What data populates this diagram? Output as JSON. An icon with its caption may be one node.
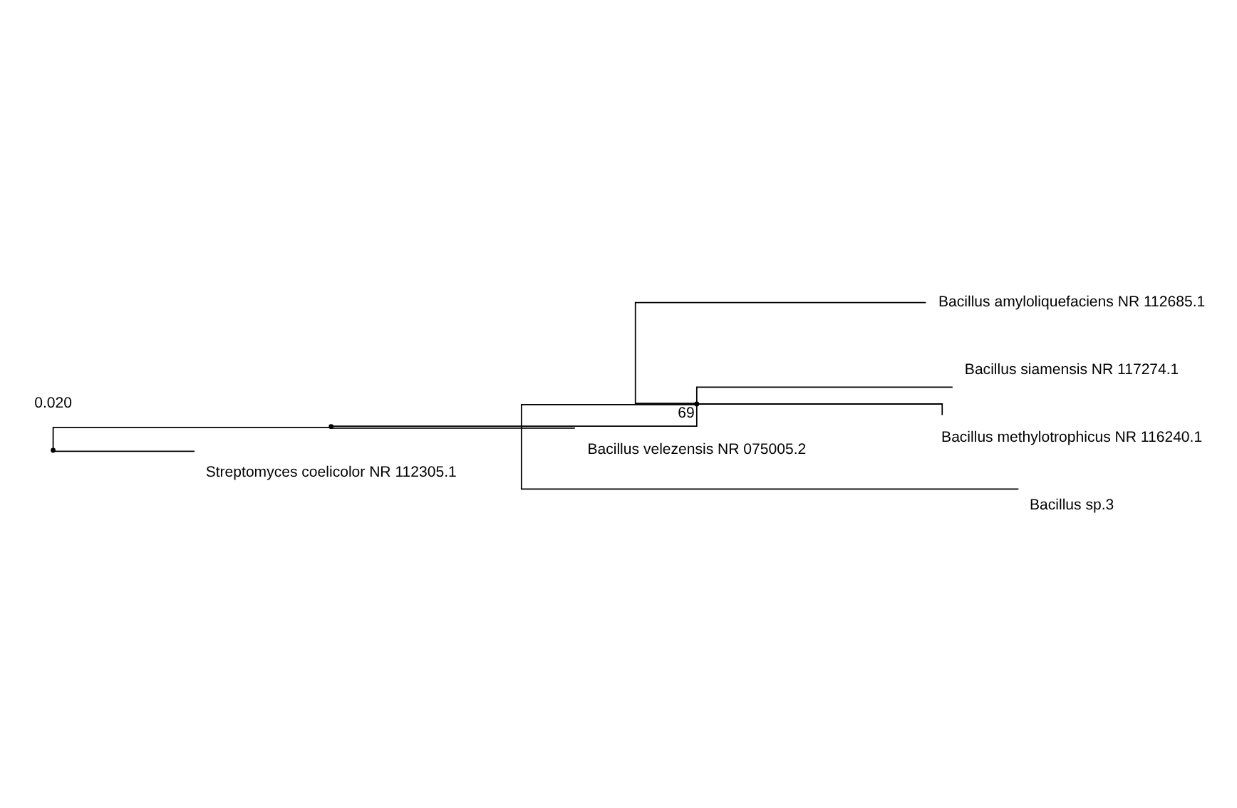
{
  "diagram": {
    "nodes": [
      {
        "text": [],
        "shape": "point"
      },
      {
        "text": [],
        "shape": "point"
      },
      {
        "text": [],
        "shape": "point",
        "beside": [
          "69"
        ]
      },
      {
        "text": [
          "Bacillus amyloliquefaciens NR 112685.1"
        ]
      },
      {
        "text": [
          "Bacillus siamensis NR 117274.1"
        ]
      },
      {
        "text": [
          "Bacillus methylotrophicus NR 116240.1"
        ]
      },
      {
        "text": [
          "Bacillus sp.3"
        ]
      },
      {
        "text": [
          "Bacillus velezensis NR 075005.2"
        ]
      },
      {
        "text": [
          "Streptomyces coelicolor NR 112305.1"
        ]
      }
    ],
    "edges": [
      {
        "from": 0,
        "to": 1,
        "arrow": "none"
      },
      {
        "from": 0,
        "to": 8,
        "arrow": "none"
      },
      {
        "from": 1,
        "to": 2,
        "arrow": "none"
      },
      {
        "from": 1,
        "to": 7,
        "arrow": "none"
      },
      {
        "from": 2,
        "to": 3,
        "arrow": "none"
      },
      {
        "from": 2,
        "to": 4,
        "arrow": "none"
      },
      {
        "from": 2,
        "to": 5,
        "arrow": "none"
      },
      {
        "from": 2,
        "to": 6,
        "arrow": "none"
      }
    ],
    "labels": [
      "0.020"
    ]
  }
}
